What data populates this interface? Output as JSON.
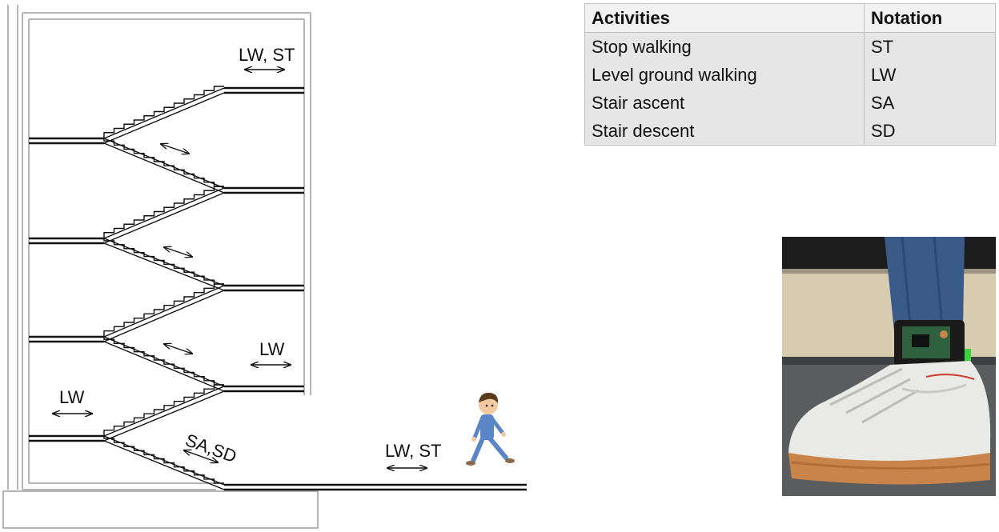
{
  "diagram": {
    "labels": {
      "top_landing": "LW, ST",
      "right_landing": "LW",
      "left_landing": "LW",
      "stairs": "SA,SD",
      "ground": "LW, ST"
    }
  },
  "table": {
    "headers": {
      "activities": "Activities",
      "notation": "Notation"
    },
    "rows": [
      {
        "activity": "Stop walking",
        "notation": "ST"
      },
      {
        "activity": "Level ground walking",
        "notation": "LW"
      },
      {
        "activity": "Stair ascent",
        "notation": "SA"
      },
      {
        "activity": "Stair descent",
        "notation": "SD"
      }
    ]
  },
  "photo": {
    "subject": "ankle-mounted sensor on sneaker",
    "colors": {
      "jeans": "#3a5a88",
      "wall": "#d8ccb0",
      "floor": "#5a5c5e",
      "shoe": "#e9e9e6",
      "sole": "#c9844a",
      "board": "#2e5f3e"
    }
  },
  "colors": {
    "line": "#111111",
    "building": "#bbbbbb",
    "person_shirt": "#5b86c5",
    "person_hair": "#5a3b1c"
  }
}
